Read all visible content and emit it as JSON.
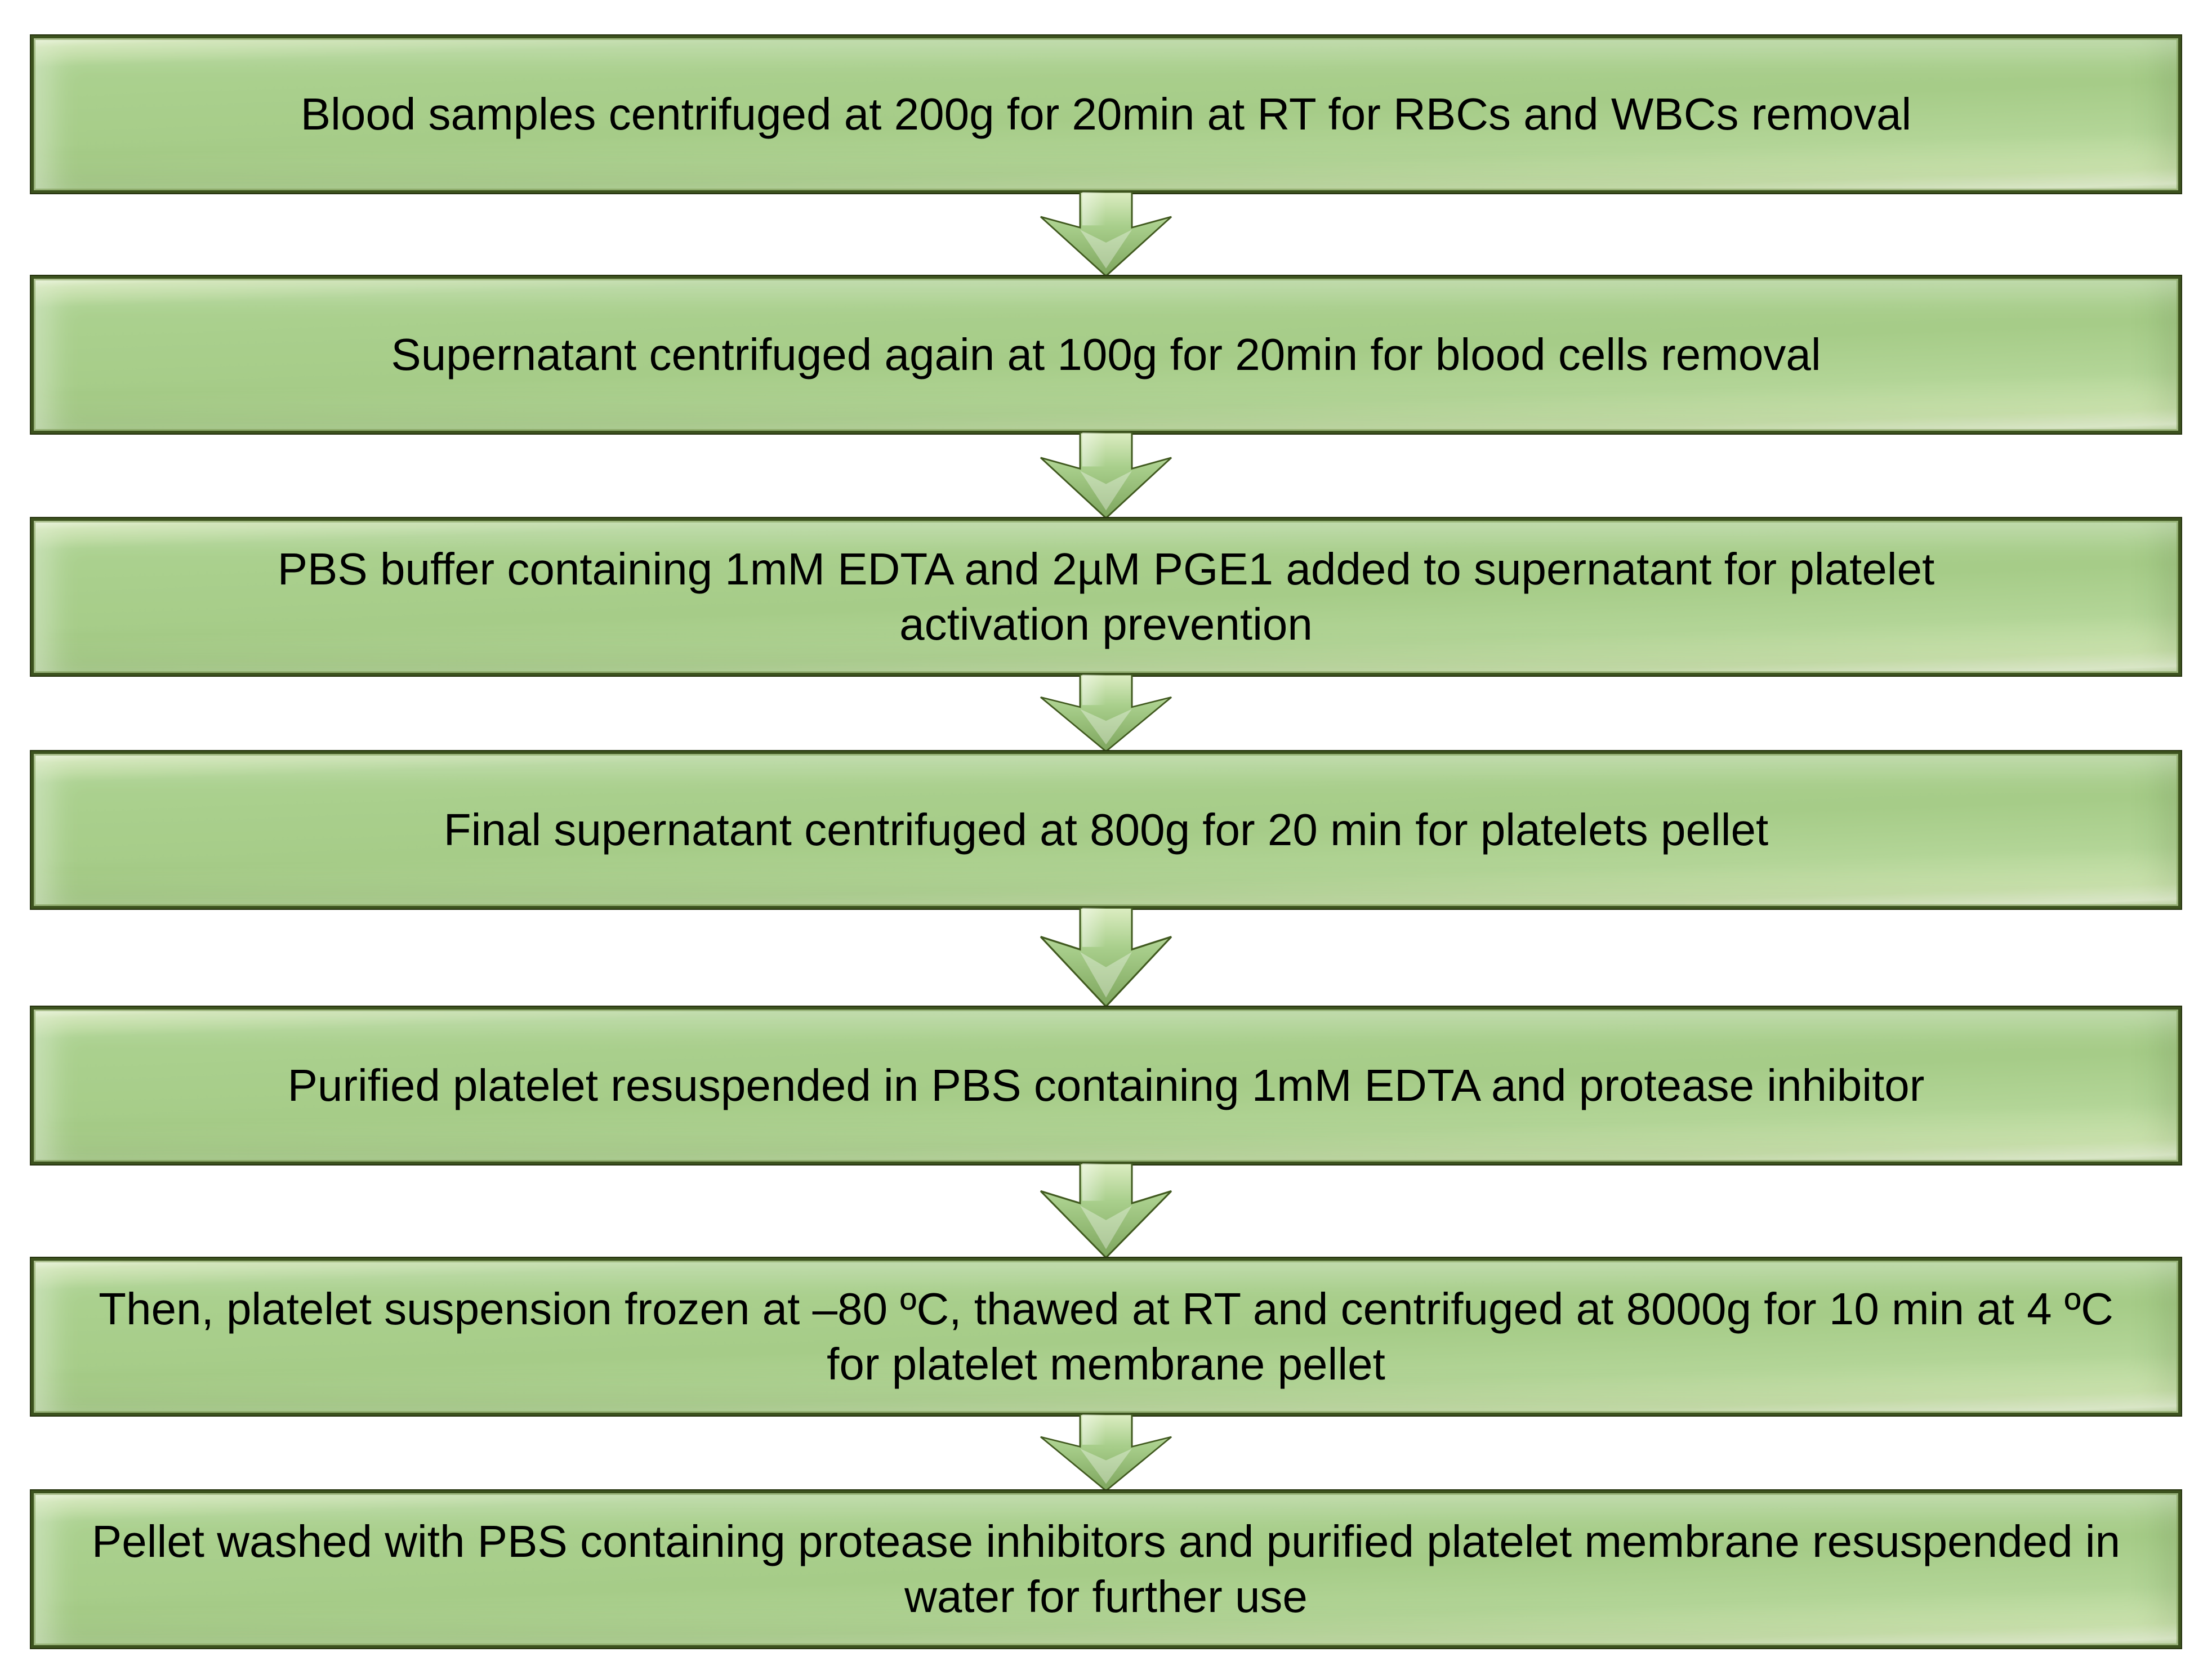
{
  "figure": {
    "type": "flowchart",
    "direction": "top-down",
    "connector": "down-arrow",
    "icons": {
      "connector": "down-arrow-icon"
    },
    "colors": {
      "background": "#ffffff",
      "box_fill": "#abd18f",
      "box_fill_highlight": "#ecf7da",
      "box_border": "#3c521e",
      "arrow_fill": "#a9cf8c",
      "arrow_outline": "#415a20",
      "text": "#000000"
    },
    "steps": [
      {
        "text": "Blood samples centrifuged at 200g for 20min at RT for RBCs and WBCs removal"
      },
      {
        "text": "Supernatant centrifuged again at 100g for 20min for blood cells removal"
      },
      {
        "text": "PBS buffer containing 1mM EDTA and 2µM PGE1 added to supernatant for platelet activation prevention"
      },
      {
        "text": "Final supernatant centrifuged at 800g for 20 min for platelets pellet"
      },
      {
        "text": "Purified platelet resuspended in PBS containing 1mM EDTA and protease inhibitor"
      },
      {
        "text": "Then, platelet suspension frozen at –80 ºC, thawed at RT and centrifuged at 8000g for 10 min at 4 ºC for platelet membrane pellet"
      },
      {
        "text": "Pellet washed with PBS containing protease inhibitors and purified platelet membrane resuspended in water for further use"
      }
    ]
  }
}
